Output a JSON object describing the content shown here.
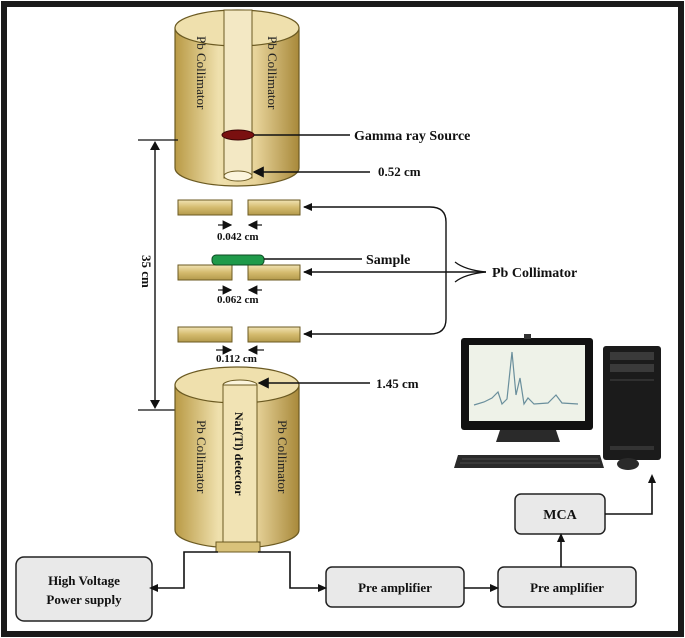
{
  "labels": {
    "top_collimator_left": "Pb Collimator",
    "top_collimator_right": "Pb Collimator",
    "gamma_source": "Gamma ray Source",
    "aperture_top": "0.52 cm",
    "slit1": "0.042 cm",
    "sample": "Sample",
    "slit2": "0.062 cm",
    "slit3": "0.112 cm",
    "pb_collimator": "Pb Collimator",
    "distance": "35 cm",
    "aperture_bottom": "1.45 cm",
    "bottom_collimator_left": "Pb Collimator",
    "bottom_collimator_right": "Pb Collimator",
    "detector": "NaI(Tl) detector",
    "hv_supply": "High Voltage Power supply",
    "preamp1": "Pre amplifier",
    "preamp2": "Pre amplifier",
    "mca": "MCA"
  },
  "colors": {
    "lead": "#e3d19a",
    "lead_edge": "#6b5a22",
    "source": "#7a1010",
    "sample": "#1f9a4a",
    "box_fill": "#e9e9e9",
    "frame": "#1a1a1a"
  }
}
